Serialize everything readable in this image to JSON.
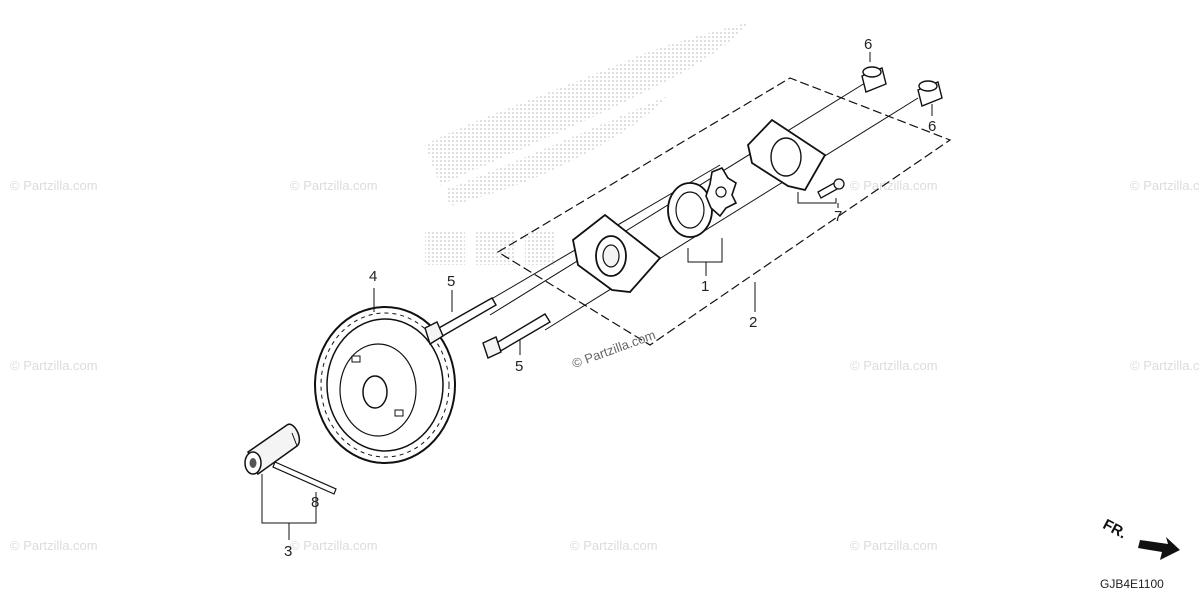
{
  "watermark": {
    "text": "© Partzilla.com",
    "main_text": "© Partzilla.com",
    "color": "#dcdcdc"
  },
  "parts": {
    "p1": "1",
    "p2": "2",
    "p3": "3",
    "p4": "4",
    "p5a": "5",
    "p5b": "5",
    "p6a": "6",
    "p6b": "6",
    "p7": "7",
    "p8": "8"
  },
  "direction_label": "FR.",
  "diagram_code": "GJB4E1100",
  "colors": {
    "line": "#111111",
    "fill_light": "#f4f4f4",
    "logo_dots": "#b0b0b0"
  }
}
